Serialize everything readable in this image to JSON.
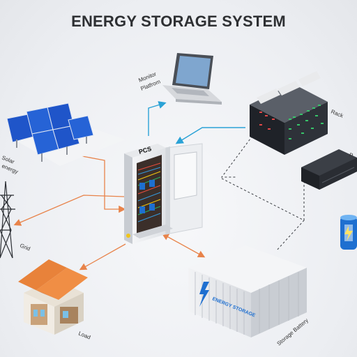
{
  "title": "ENERGY STORAGE SYSTEM",
  "labels": {
    "monitor_line1": "Monitor",
    "monitor_line2": "Platfrom",
    "solar_line1": "Solar",
    "solar_line2": "energy",
    "pcs": "PCS",
    "rack": "Rack",
    "pdu_partial": "P",
    "grid": "Grid",
    "load": "Load",
    "container_text": "ENERGY STORAGE",
    "storage_battery": "Storage Battery"
  },
  "colors": {
    "blue_link": "#2aa2d6",
    "orange_link": "#e8834a",
    "dashed_link": "#3a3d42",
    "roof": "#e8823a",
    "accent_blue": "#1e6fd0"
  },
  "icons": [
    "laptop-icon",
    "solar-panel-icon",
    "server-rack-icon",
    "power-unit-icon",
    "transmission-tower-icon",
    "house-icon",
    "battery-container-icon",
    "battery-cell-icon",
    "pcs-cabinet-icon"
  ]
}
